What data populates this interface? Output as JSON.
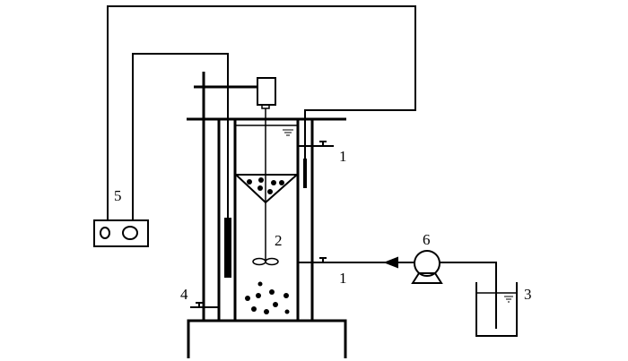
{
  "labels": {
    "outlet_upper": "1",
    "outlet_lower": "1",
    "stirrer": "2",
    "feed_tank": "3",
    "drain_valve": "4",
    "controller": "5",
    "pump": "6"
  },
  "colors": {
    "line": "#000000",
    "background": "#ffffff"
  }
}
